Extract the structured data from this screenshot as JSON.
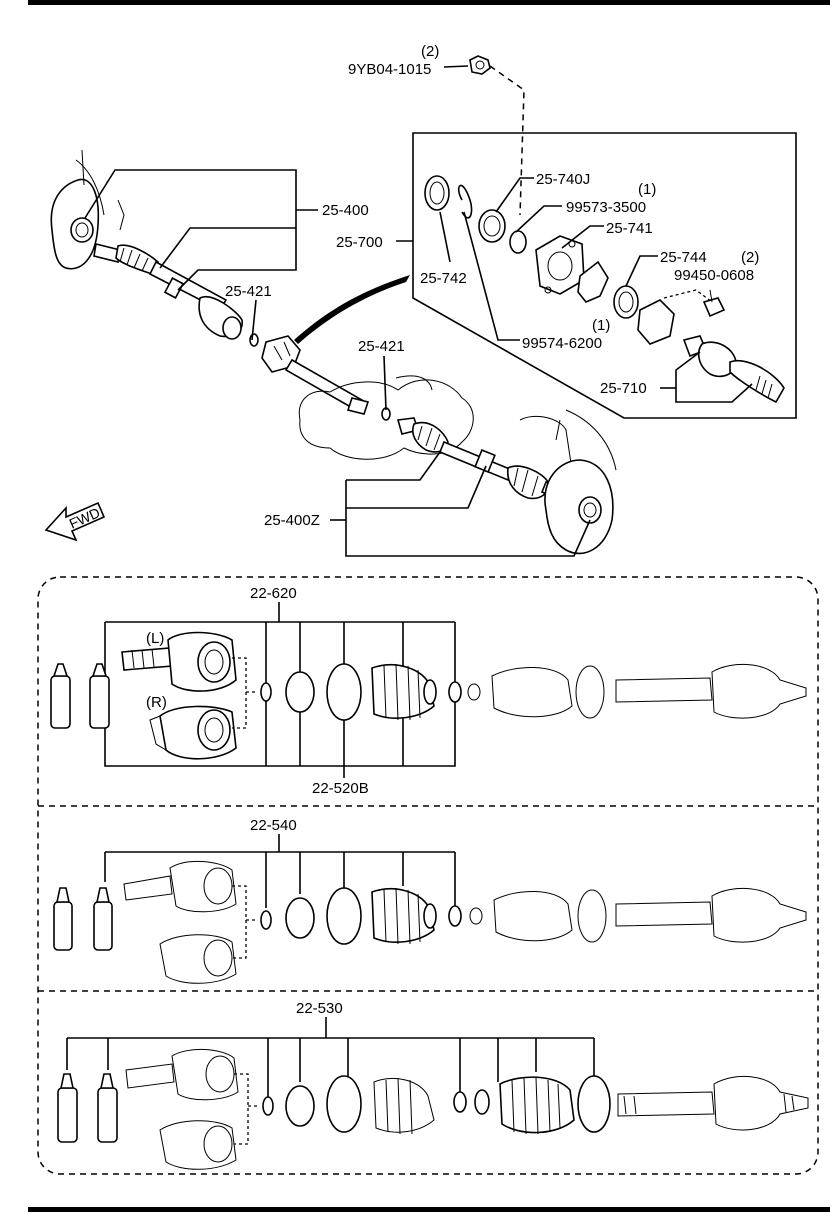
{
  "callouts": {
    "nut_qty": "(2)",
    "nut_part": "9YB04-1015",
    "shaft_left": "25-400",
    "assembly": "25-700",
    "bearing_740j": "25-740J",
    "bolt_qty": "(1)",
    "bolt_part": "99573-3500",
    "bracket": "25-741",
    "seal_744": "25-744",
    "bolt2_qty": "(2)",
    "bolt2_part": "99450-0608",
    "clip_742": "25-742",
    "circlip_qty": "(1)",
    "circlip_part": "99574-6200",
    "joint_shaft": "25-710",
    "ring_left": "25-421",
    "ring_right": "25-421",
    "shaft_right": "25-400Z",
    "fwd": "FWD"
  },
  "kits": [
    {
      "code": "22-620",
      "sub_code": "22-520B",
      "left_tag": "(L)",
      "right_tag": "(R)"
    },
    {
      "code": "22-540"
    },
    {
      "code": "22-530"
    }
  ]
}
